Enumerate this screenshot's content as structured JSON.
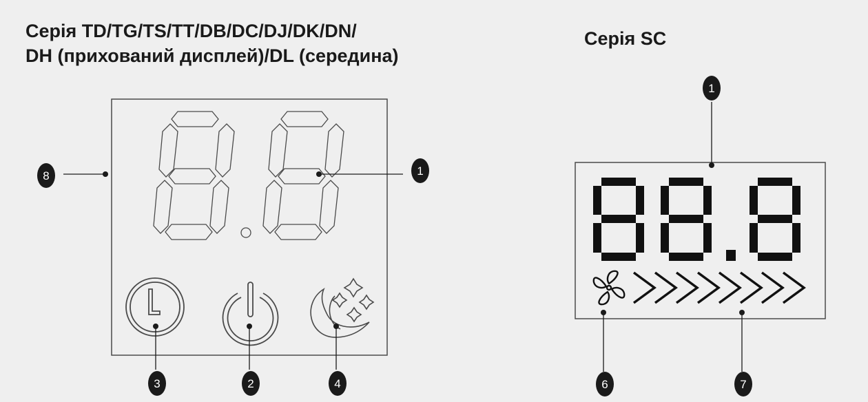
{
  "left_panel": {
    "title_line1": "Серія TD/TG/TS/TT/DB/DC/DJ/DK/DN/",
    "title_line2": "DH (прихований дисплей)/DL (середина)",
    "callouts": {
      "c1": "1",
      "c2": "2",
      "c3": "3",
      "c4": "4",
      "c8": "8"
    },
    "icons": [
      "clock-icon",
      "power-icon",
      "moon-stars-icon"
    ]
  },
  "right_panel": {
    "title": "Серія SC",
    "display_digits": "88.8",
    "callouts": {
      "c1": "1",
      "c6": "6",
      "c7": "7"
    },
    "icons": [
      "fan-icon",
      "chevron-bar-icon"
    ],
    "chevron_count": 8
  },
  "colors": {
    "background": "#efefef",
    "ink": "#1a1a1a",
    "outline": "#4a4a4a"
  }
}
